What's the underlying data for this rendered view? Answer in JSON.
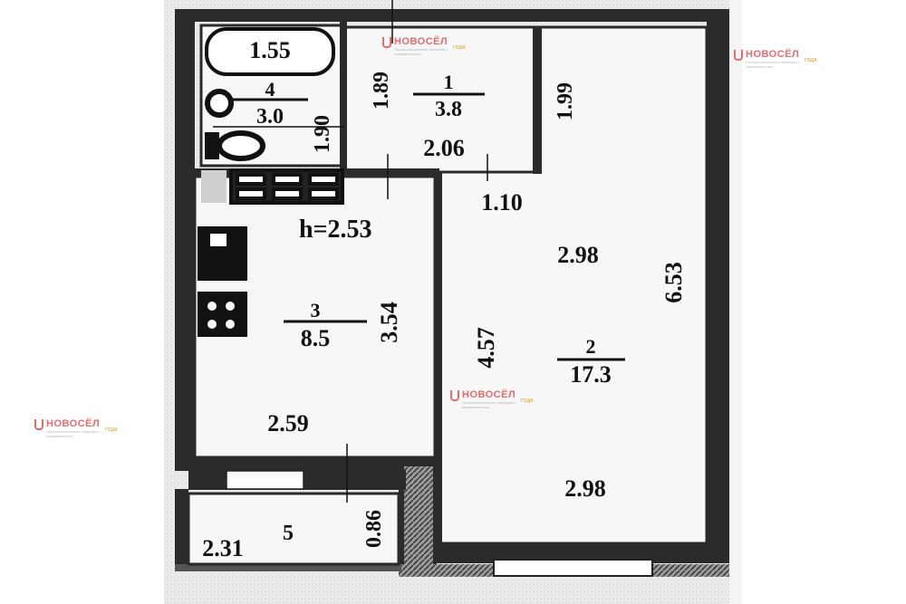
{
  "watermark": {
    "brand": "НОВОСЁЛ",
    "tagline": "Профессиональные операции с недвижимостью",
    "award": "ГОДА"
  },
  "plan": {
    "ceiling_height": "h=2.53",
    "rooms": [
      {
        "number": "1",
        "area": "3.8"
      },
      {
        "number": "2",
        "area": "17.3"
      },
      {
        "number": "3",
        "area": "8.5"
      },
      {
        "number": "4",
        "area": "3.0"
      },
      {
        "number": "5",
        "area": ""
      }
    ],
    "dimensions": [
      "1.55",
      "1.89",
      "1.90",
      "1.99",
      "2.06",
      "1.10",
      "2.98",
      "6.53",
      "3.54",
      "4.57",
      "2.59",
      "2.98",
      "2.31",
      "0.86"
    ]
  }
}
